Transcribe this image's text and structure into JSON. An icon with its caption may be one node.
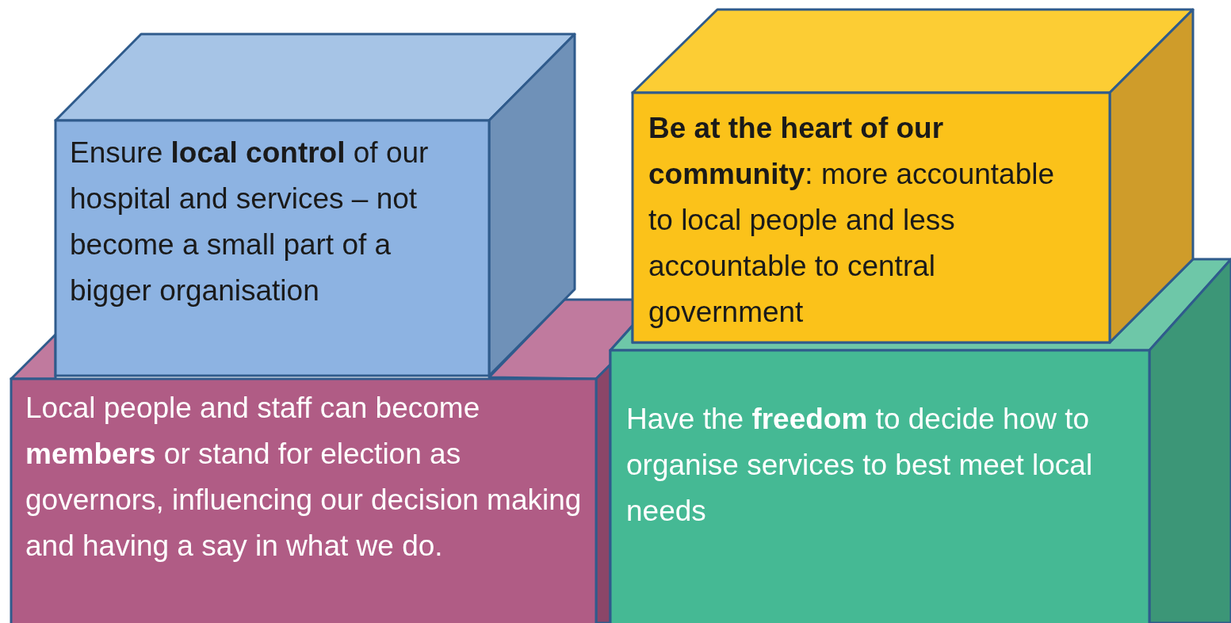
{
  "diagram": {
    "nodes": [
      {
        "text": [
          "Ensure **local control** of our hospital and services – not become a small part of a bigger organisation"
        ]
      },
      {
        "text": [
          "**Be at the heart of our community**: more accountable to local people and less accountable to central government"
        ]
      },
      {
        "text": [
          "Local people and staff can become **members** or stand for election as governors, influencing our decision making and having a say in what we do."
        ]
      },
      {
        "text": [
          "Have the **freedom** to decide how to organise services to best meet local needs"
        ]
      }
    ]
  }
}
